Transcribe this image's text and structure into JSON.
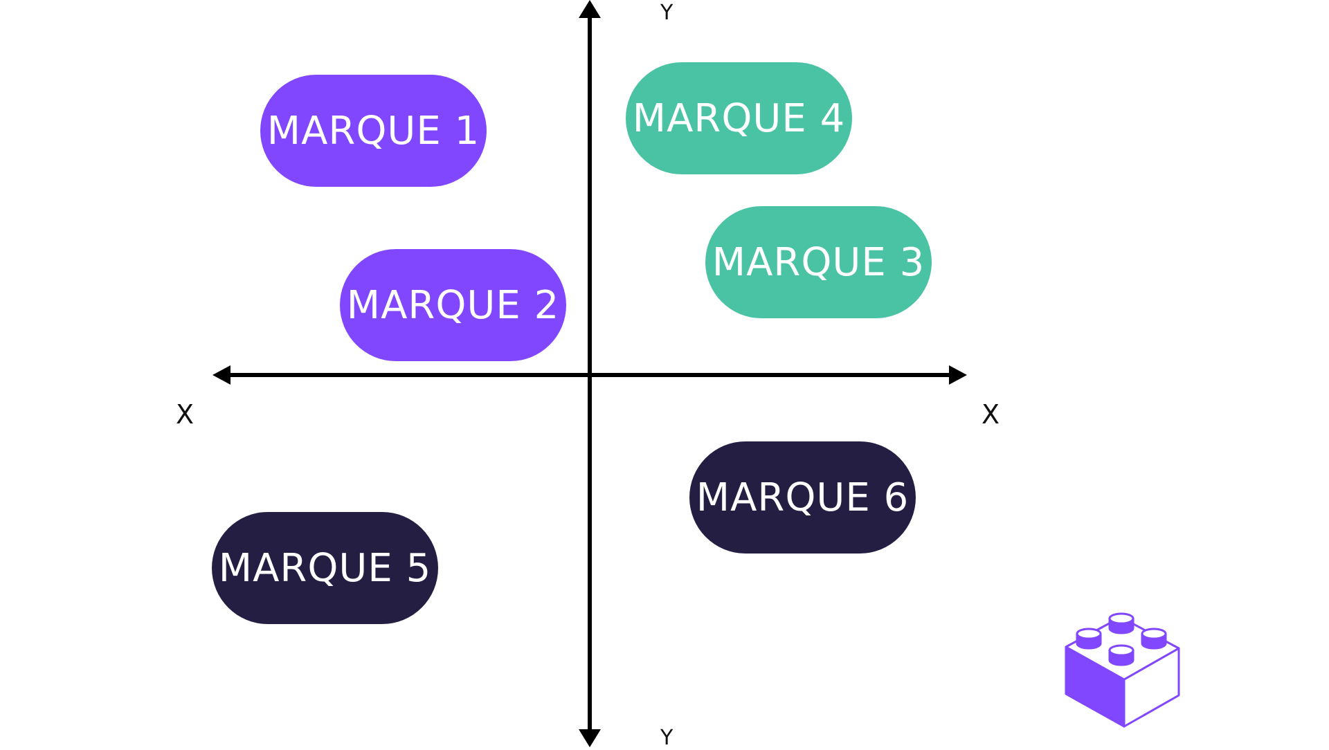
{
  "axes": {
    "y_top_label": "Y",
    "y_bottom_label": "Y",
    "x_left_label": "X",
    "x_right_label": "X"
  },
  "brands": [
    {
      "label": "MARQUE 1",
      "color": "#8047FF"
    },
    {
      "label": "MARQUE 2",
      "color": "#8047FF"
    },
    {
      "label": "MARQUE 3",
      "color": "#4AC3A4"
    },
    {
      "label": "MARQUE 4",
      "color": "#4AC3A4"
    },
    {
      "label": "MARQUE 5",
      "color": "#241E42"
    },
    {
      "label": "MARQUE 6",
      "color": "#241E42"
    }
  ],
  "colors": {
    "axis": "#000000",
    "purple": "#8047FF",
    "green": "#4AC3A4",
    "dark": "#241E42"
  },
  "logo": {
    "icon": "brick-icon"
  }
}
